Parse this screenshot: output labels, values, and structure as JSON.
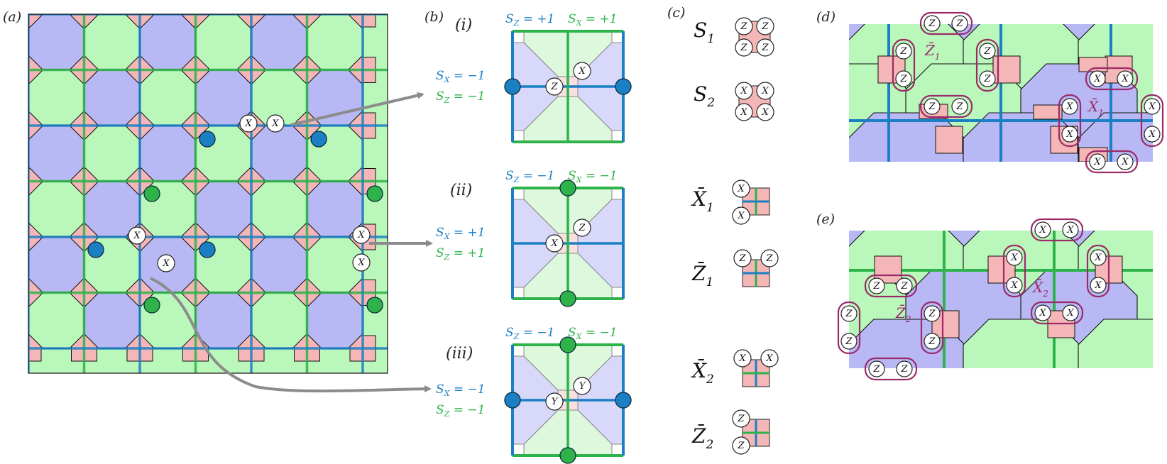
{
  "panels": {
    "a": "(a)",
    "b": "(b)",
    "c": "(c)",
    "d": "(d)",
    "e": "(e)"
  },
  "subpanels": {
    "i": "(i)",
    "ii": "(ii)",
    "iii": "(iii)"
  },
  "colors": {
    "blue_region": "#b8b8f5",
    "green_region": "#baf7ba",
    "pink_square": "#f4b6b6",
    "blue_line": "#1b7fc4",
    "green_line": "#2db34a",
    "arrow": "#8c8c8c",
    "logical_outline": "#9c2a6a"
  },
  "syndromes": {
    "i": {
      "top_left": "S_Z = +1",
      "top_right": "S_X = +1",
      "side_1": "S_X = −1",
      "side_2": "S_Z = −1"
    },
    "ii": {
      "top_left": "S_Z = −1",
      "top_right": "S_X = −1",
      "side_1": "S_X = +1",
      "side_2": "S_Z = +1"
    },
    "iii": {
      "top_left": "S_Z = −1",
      "top_right": "S_X = −1",
      "side_1": "S_X = −1",
      "side_2": "S_Z = −1"
    }
  },
  "operators": {
    "s1": "S",
    "s1_sub": "1",
    "s2": "S",
    "s2_sub": "2",
    "x1": "X̄",
    "x1_sub": "1",
    "z1": "Z̄",
    "z1_sub": "1",
    "x2": "X̄",
    "x2_sub": "2",
    "z2": "Z̄",
    "z2_sub": "2"
  },
  "pauli": {
    "x": "X",
    "y": "Y",
    "z": "Z"
  },
  "logical_labels": {
    "d_z1": "Z̄",
    "d_z1_sub": "1",
    "d_x1": "X̄",
    "d_x1_sub": "1",
    "e_x2": "X̄",
    "e_x2_sub": "2",
    "e_z2": "Z̄",
    "e_z2_sub": "2"
  }
}
